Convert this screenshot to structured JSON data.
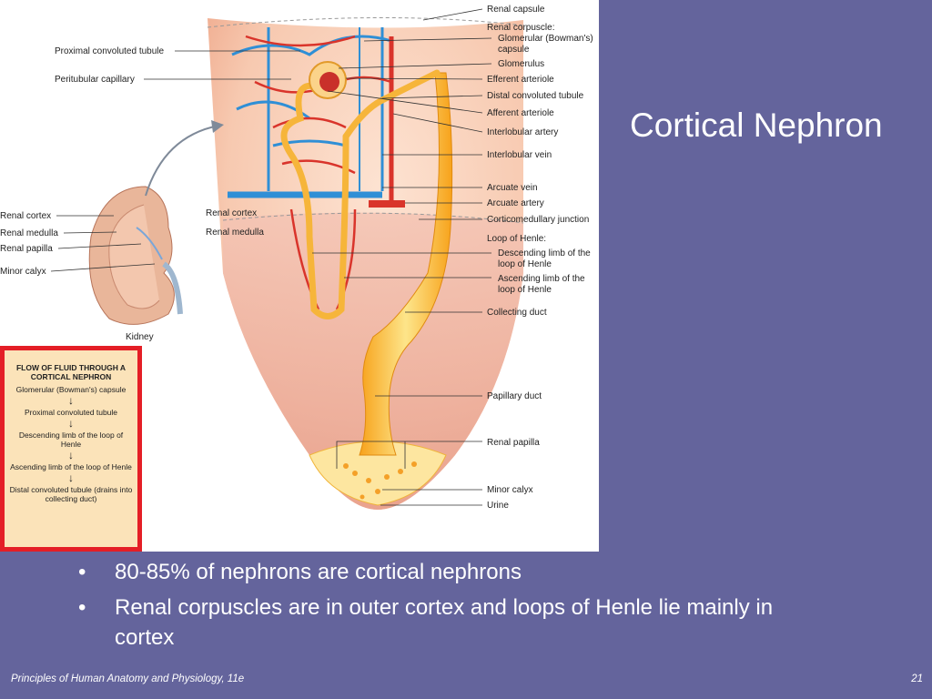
{
  "slide": {
    "title": "Cortical Nephron",
    "bullets": [
      "80-85% of nephrons are cortical nephrons",
      "Renal corpuscles are in outer cortex and loops of Henle lie mainly in cortex"
    ],
    "bullet_symbol": "•",
    "footer": "Principles of Human Anatomy and Physiology, 11e",
    "page_number": "21"
  },
  "figure": {
    "left_labels": {
      "proximal": "Proximal convoluted tubule",
      "peritubular": "Peritubular capillary",
      "renal_cortex_1": "Renal cortex",
      "renal_medulla_1": "Renal medulla",
      "renal_papilla_1": "Renal papilla",
      "minor_calyx_1": "Minor calyx",
      "kidney": "Kidney",
      "renal_cortex_2": "Renal cortex",
      "renal_medulla_2": "Renal medulla"
    },
    "right_labels": {
      "renal_capsule": "Renal capsule",
      "renal_corpuscle": "Renal corpuscle:",
      "glomerular_capsule_1": "Glomerular (Bowman's)",
      "glomerular_capsule_2": "capsule",
      "glomerulus": "Glomerulus",
      "efferent": "Efferent arteriole",
      "distal": "Distal convoluted tubule",
      "afferent": "Afferent arteriole",
      "interlobular_artery": "Interlobular artery",
      "interlobular_vein": "Interlobular vein",
      "arcuate_vein": "Arcuate vein",
      "arcuate_artery": "Arcuate artery",
      "corticomedullary": "Corticomedullary junction",
      "loop_of_henle": "Loop of Henle:",
      "descending_1": "Descending limb of the",
      "descending_2": "loop of Henle",
      "ascending_1": "Ascending limb of the",
      "ascending_2": "loop of Henle",
      "collecting_duct": "Collecting duct",
      "papillary_duct": "Papillary duct",
      "renal_papilla": "Renal papilla",
      "minor_calyx": "Minor calyx",
      "urine": "Urine"
    },
    "flow_box": {
      "title_1": "FLOW OF FLUID THROUGH A",
      "title_2": "CORTICAL NEPHRON",
      "steps": [
        "Glomerular (Bowman's) capsule",
        "Proximal convoluted tubule",
        "Descending limb of the loop of Henle",
        "Ascending limb of the loop of Henle",
        "Distal convoluted tubule (drains into collecting duct)"
      ],
      "arrow": "↓"
    }
  },
  "colors": {
    "background": "#64649c",
    "flow_box_border": "#e41e26",
    "artery": "#d9342b",
    "vein": "#2f8fd6",
    "tubule": "#f6b53a"
  }
}
